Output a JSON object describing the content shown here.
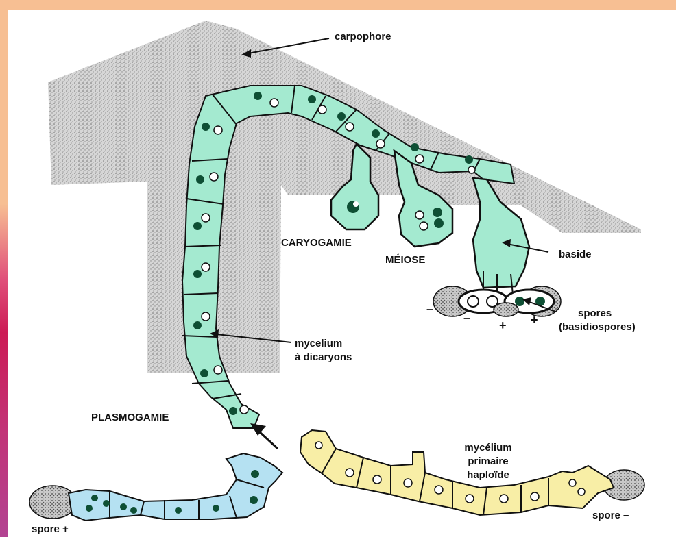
{
  "labels": {
    "carpophore": "carpophore",
    "caryogamie": "CARYOGAMIE",
    "meiose": "MÉIOSE",
    "baside": "baside",
    "spores_line1": "spores",
    "spores_line2": "(basidiospores)",
    "mycelium_dicaryons_line1": "mycelium",
    "mycelium_dicaryons_line2": "à dicaryons",
    "plasmogamie": "PLASMOGAMIE",
    "mycelium_primaire_line1": "mycélium",
    "mycelium_primaire_line2": "primaire",
    "mycelium_primaire_line3": "haploïde",
    "spore_plus": "spore +",
    "spore_minus": "spore –"
  },
  "signs": {
    "minus_left": "–",
    "minus_mid": "–",
    "plus_mid": "+",
    "plus_right": "+"
  },
  "colors": {
    "carpophore_fill": "#d9d9d9",
    "dicaryon_hypha": "#a4ead0",
    "plus_hypha": "#b5e1f2",
    "minus_hypha": "#f8eea6",
    "nucleus": "#0e4f34",
    "outline": "#111111",
    "frame_top": "#f7bf93",
    "frame_left": "#c2206a"
  }
}
